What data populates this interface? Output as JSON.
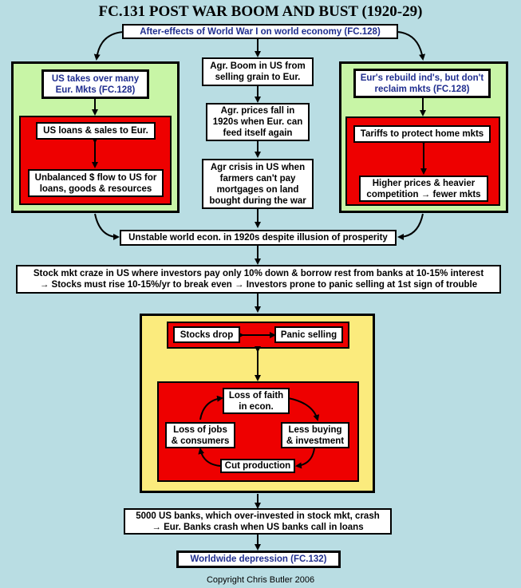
{
  "title": "FC.131 POST WAR BOOM AND BUST (1920-29)",
  "top_box": "After-effects of World War I on world economy (FC.128)",
  "left_panel": {
    "header": "US takes over many Eur. Mkts (FC.128)",
    "box1": "US loans & sales to Eur.",
    "box2": "Unbalanced $ flow to US for loans, goods & resources"
  },
  "middle_column": {
    "box1": "Agr. Boom in US from selling grain to Eur.",
    "box2": "Agr. prices fall in 1920s when Eur. can feed itself again",
    "box3": "Agr crisis in US when farmers can't pay mortgages on land bought during the war"
  },
  "right_panel": {
    "header": "Eur's rebuild ind's, but don't reclaim mkts (FC.128)",
    "box1": "Tariffs to protect home mkts",
    "box2": "Higher prices & heavier competition → fewer mkts"
  },
  "unstable_box": "Unstable world econ. in 1920s despite illusion of prosperity",
  "stock_box": {
    "line1": "Stock mkt craze in US where investors pay only 10% down & borrow rest from banks at 10-15% interest",
    "line2": "→ Stocks must rise 10-15%/yr to break even → Investors prone to panic selling at 1st sign of trouble"
  },
  "crash_panel": {
    "stocks_drop": "Stocks drop",
    "panic_selling": "Panic selling",
    "cycle": {
      "loss_of_faith": "Loss of faith in econ.",
      "less_buying": "Less buying & investment",
      "cut_production": "Cut production",
      "loss_of_jobs": "Loss of jobs & consumers"
    }
  },
  "banks_box": {
    "line1": "5000 US banks, which over-invested in stock mkt, crash",
    "line2": "→ Eur. Banks crash when US banks call in loans"
  },
  "bottom_box": "Worldwide depression (FC.132)",
  "copyright": "Copyright Chris Butler 2006"
}
